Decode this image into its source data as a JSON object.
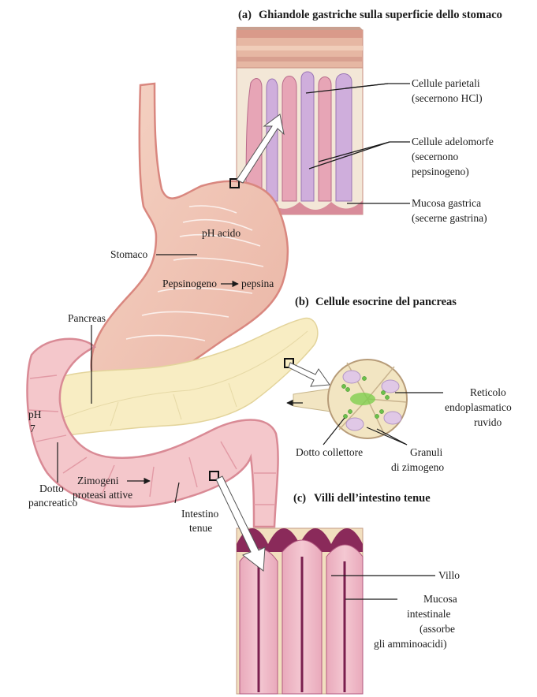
{
  "panels": {
    "a": {
      "letter": "(a)",
      "title": "Ghiandole gastriche sulla superficie dello stomaco"
    },
    "b": {
      "letter": "(b)",
      "title": "Cellule esocrine del pancreas"
    },
    "c": {
      "letter": "(c)",
      "title": "Villi dell’intestino tenue"
    }
  },
  "labels_a": {
    "parietal_1": "Cellule parietali",
    "parietal_2": "(secernono HCl)",
    "adelo_1": "Cellule adelomorfe",
    "adelo_2": "(secernono",
    "adelo_3": "pepsinogeno)",
    "mucosa_1": "Mucosa gastrica",
    "mucosa_2": "(secerne gastrina)"
  },
  "labels_b": {
    "rer_1": "Reticolo",
    "rer_2": "endoplasmatico",
    "rer_3": "ruvido",
    "granuli_1": "Granuli",
    "granuli_2": "di zimogeno",
    "dotto_collettore": "Dotto collettore"
  },
  "labels_c": {
    "villo": "Villo",
    "mucosa_1": "Mucosa",
    "mucosa_2": "intestinale",
    "mucosa_3": "(assorbe",
    "mucosa_4": "gli amminoacidi)"
  },
  "labels_main": {
    "stomaco": "Stomaco",
    "ph_acido": "pH acido",
    "pepsinogeno": "Pepsinogeno",
    "pepsina": "pepsina",
    "pancreas": "Pancreas",
    "ph_1": "pH",
    "ph_2": "7",
    "dotto_1": "Dotto",
    "dotto_2": "pancreatico",
    "zimogeni": "Zimogeni",
    "proteasi": "proteasi attive",
    "intestino_1": "Intestino",
    "intestino_2": "tenue"
  },
  "colors": {
    "stomach": "#f2c7b7",
    "stomach_outline": "#d9877f",
    "pancreas": "#f8edc3",
    "tissue_pink": "#e8a7b4",
    "cell_purple": "#c9a5d3",
    "villus_dark": "#7a1f4e",
    "granule_green": "#6cc04a"
  }
}
